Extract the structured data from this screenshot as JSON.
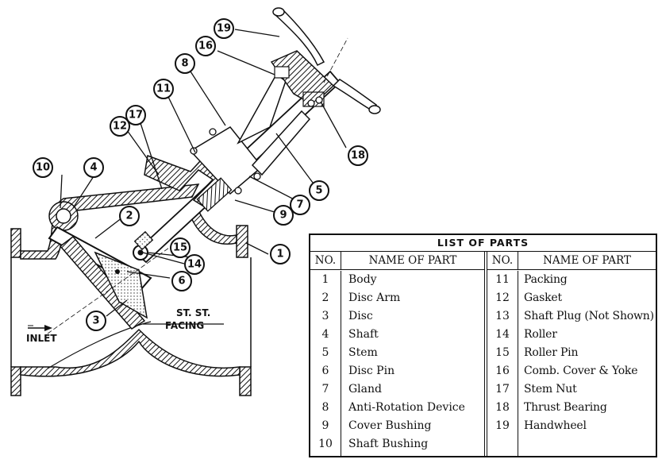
{
  "drawing": {
    "callouts": [
      "1",
      "2",
      "3",
      "4",
      "5",
      "6",
      "7",
      "8",
      "9",
      "10",
      "11",
      "12",
      "14",
      "15",
      "16",
      "17",
      "18",
      "19"
    ],
    "labels": {
      "facing_line1": "ST. ST.",
      "facing_line2": "FACING",
      "inlet": "INLET"
    }
  },
  "parts_list": {
    "title": "LIST OF PARTS",
    "col_no_header": "NO.",
    "col_name_header": "NAME OF PART",
    "left_rows": [
      {
        "no": "1",
        "name": "Body"
      },
      {
        "no": "2",
        "name": "Disc Arm"
      },
      {
        "no": "3",
        "name": "Disc"
      },
      {
        "no": "4",
        "name": "Shaft"
      },
      {
        "no": "5",
        "name": "Stem"
      },
      {
        "no": "6",
        "name": "Disc Pin"
      },
      {
        "no": "7",
        "name": "Gland"
      },
      {
        "no": "8",
        "name": "Anti-Rotation Device"
      },
      {
        "no": "9",
        "name": "Cover Bushing"
      },
      {
        "no": "10",
        "name": "Shaft Bushing"
      }
    ],
    "right_rows": [
      {
        "no": "11",
        "name": "Packing"
      },
      {
        "no": "12",
        "name": "Gasket"
      },
      {
        "no": "13",
        "name": "Shaft Plug (Not Shown)"
      },
      {
        "no": "14",
        "name": "Roller"
      },
      {
        "no": "15",
        "name": "Roller Pin"
      },
      {
        "no": "16",
        "name": "Comb. Cover & Yoke"
      },
      {
        "no": "17",
        "name": "Stem Nut"
      },
      {
        "no": "18",
        "name": "Thrust Bearing"
      },
      {
        "no": "19",
        "name": "Handwheel"
      }
    ]
  }
}
